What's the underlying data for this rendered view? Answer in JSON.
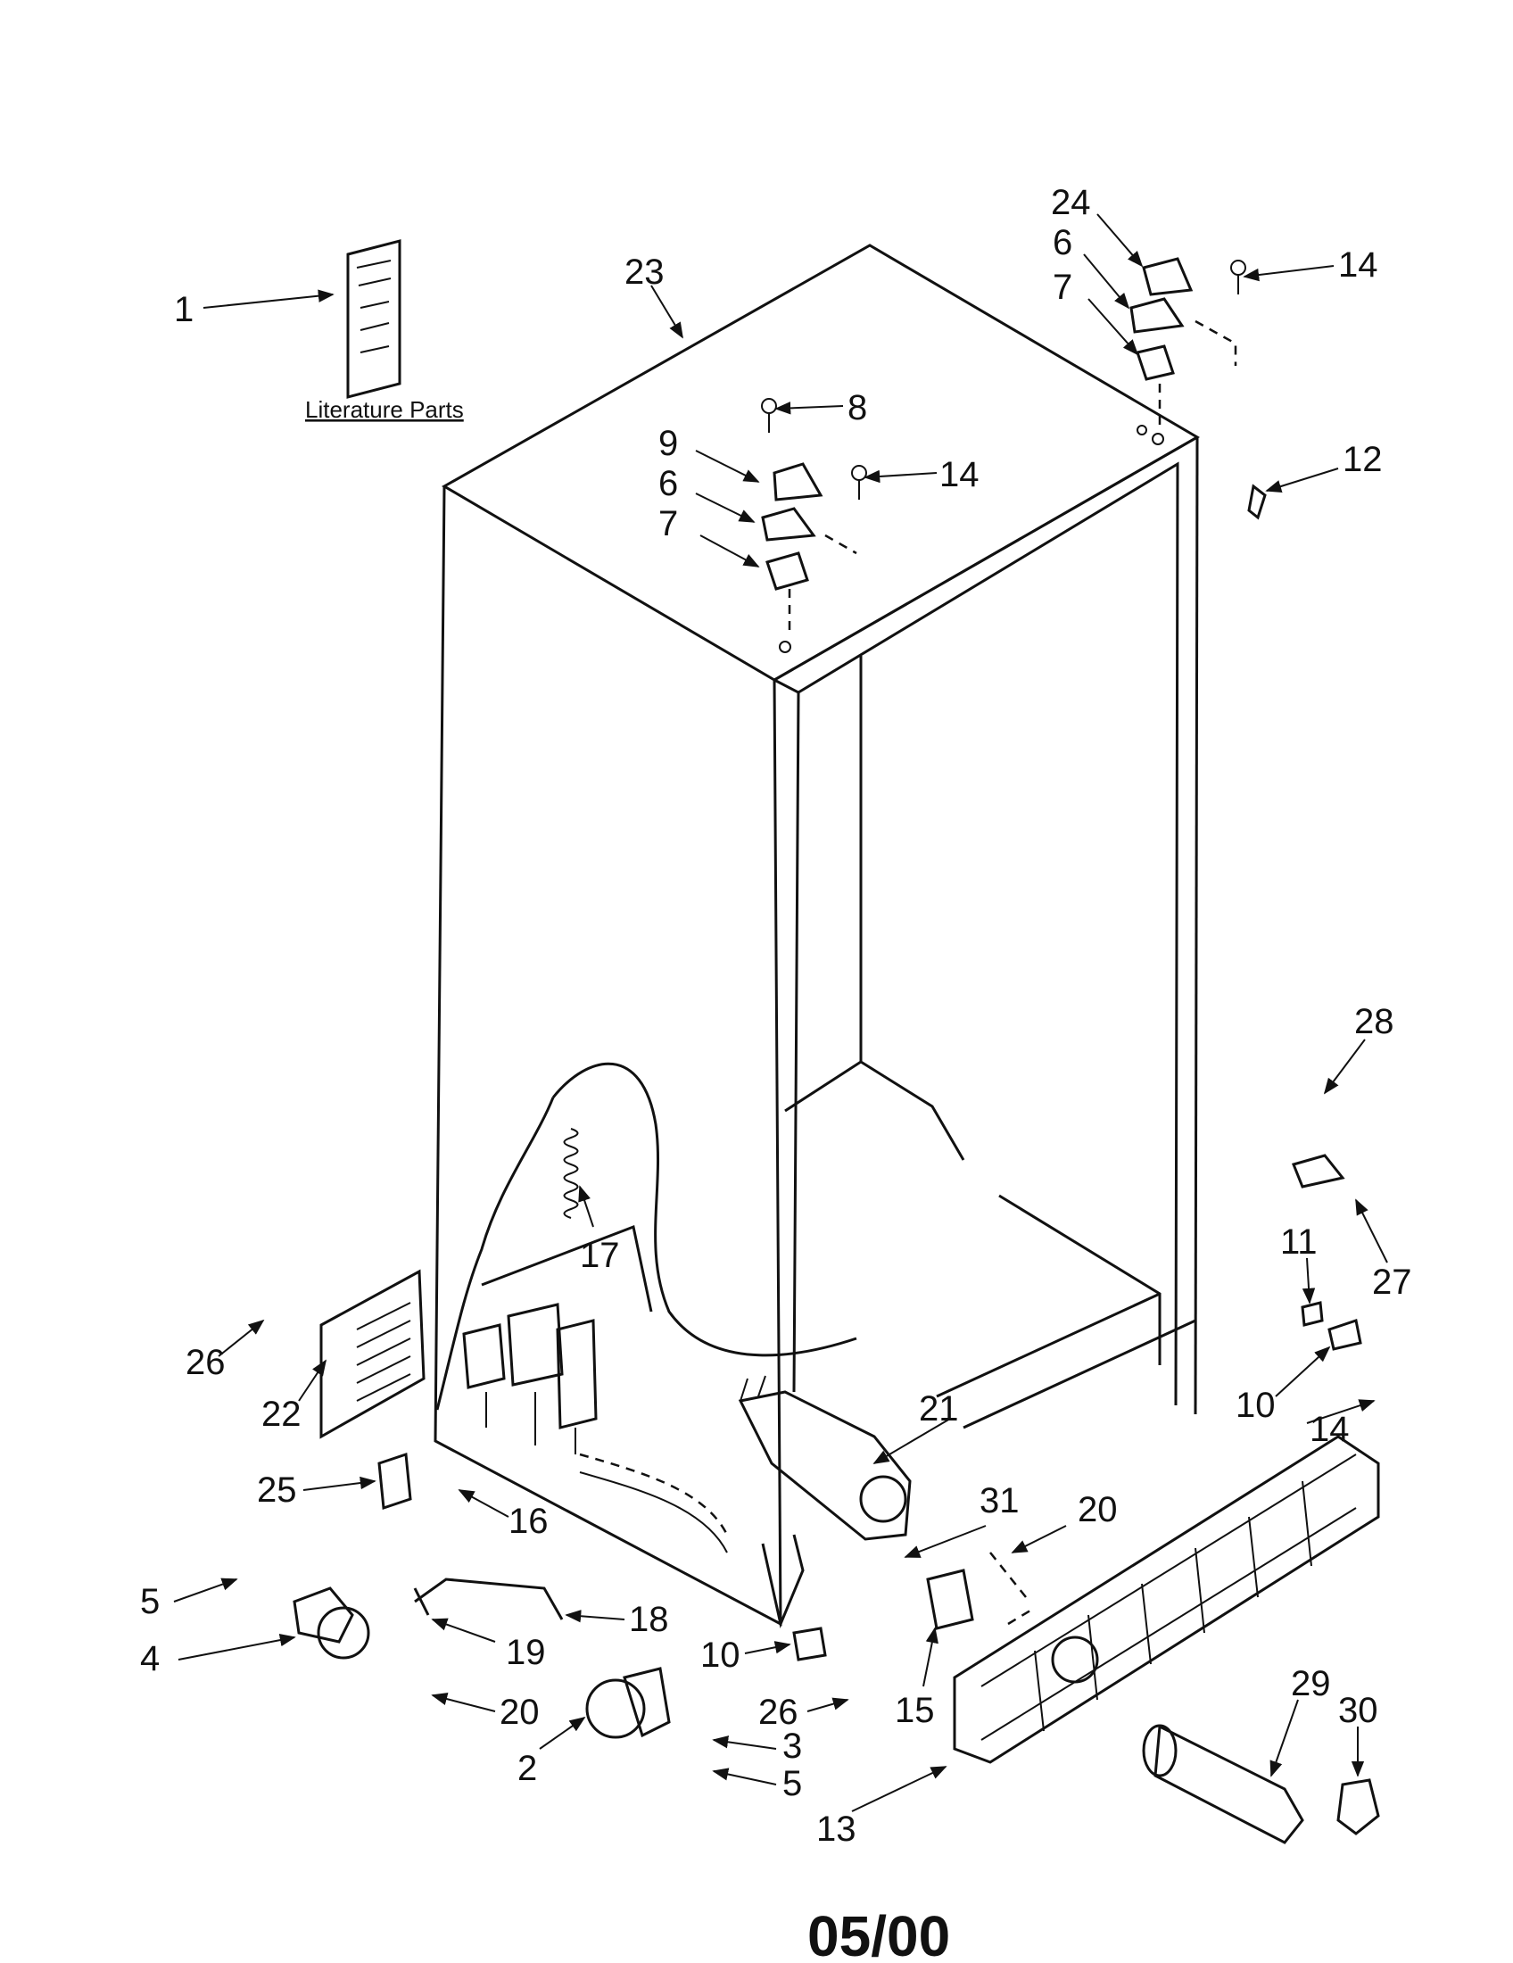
{
  "literature_label": "Literature Parts",
  "revision": "05/00",
  "callouts": [
    "1",
    "23",
    "24",
    "6",
    "7",
    "14",
    "8",
    "9",
    "6",
    "14",
    "7",
    "12",
    "28",
    "17",
    "11",
    "27",
    "26",
    "22",
    "10",
    "14",
    "21",
    "25",
    "16",
    "31",
    "20",
    "5",
    "4",
    "19",
    "18",
    "10",
    "20",
    "26",
    "15",
    "2",
    "3",
    "5",
    "29",
    "30",
    "13"
  ]
}
